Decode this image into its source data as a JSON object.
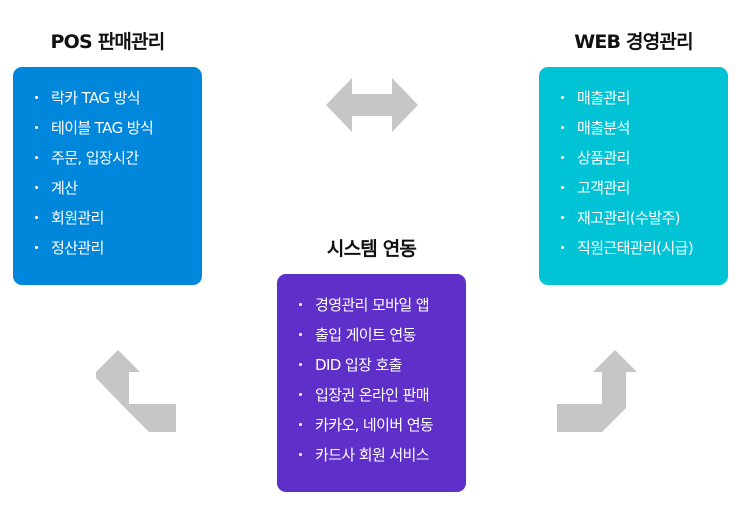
{
  "colors": {
    "pos": "#0086DB",
    "web": "#00C4D6",
    "system": "#5E2FC9",
    "arrow": "#C6C6C6"
  },
  "pos": {
    "title": "POS 판매관리",
    "items": [
      "락카 TAG 방식",
      "테이블 TAG 방식",
      "주문, 입장시간",
      "계산",
      "회원관리",
      "정산관리"
    ]
  },
  "web": {
    "title": "WEB 경영관리",
    "items": [
      "매출관리",
      "매출분석",
      "상품관리",
      "고객관리",
      "재고관리(수발주)",
      "직원근태관리(시급)"
    ]
  },
  "system": {
    "title": "시스템 연동",
    "items": [
      "경영관리 모바일 앱",
      "출입 게이트 연동",
      "DID 입장 호출",
      "입장권 온라인 판매",
      "카카오, 네이버 연동",
      "카드사 회원 서비스"
    ]
  },
  "arrows": {
    "top": "double-arrow-icon",
    "bottom_left": "bent-arrow-up-left-icon",
    "bottom_right": "bent-arrow-up-right-icon"
  }
}
